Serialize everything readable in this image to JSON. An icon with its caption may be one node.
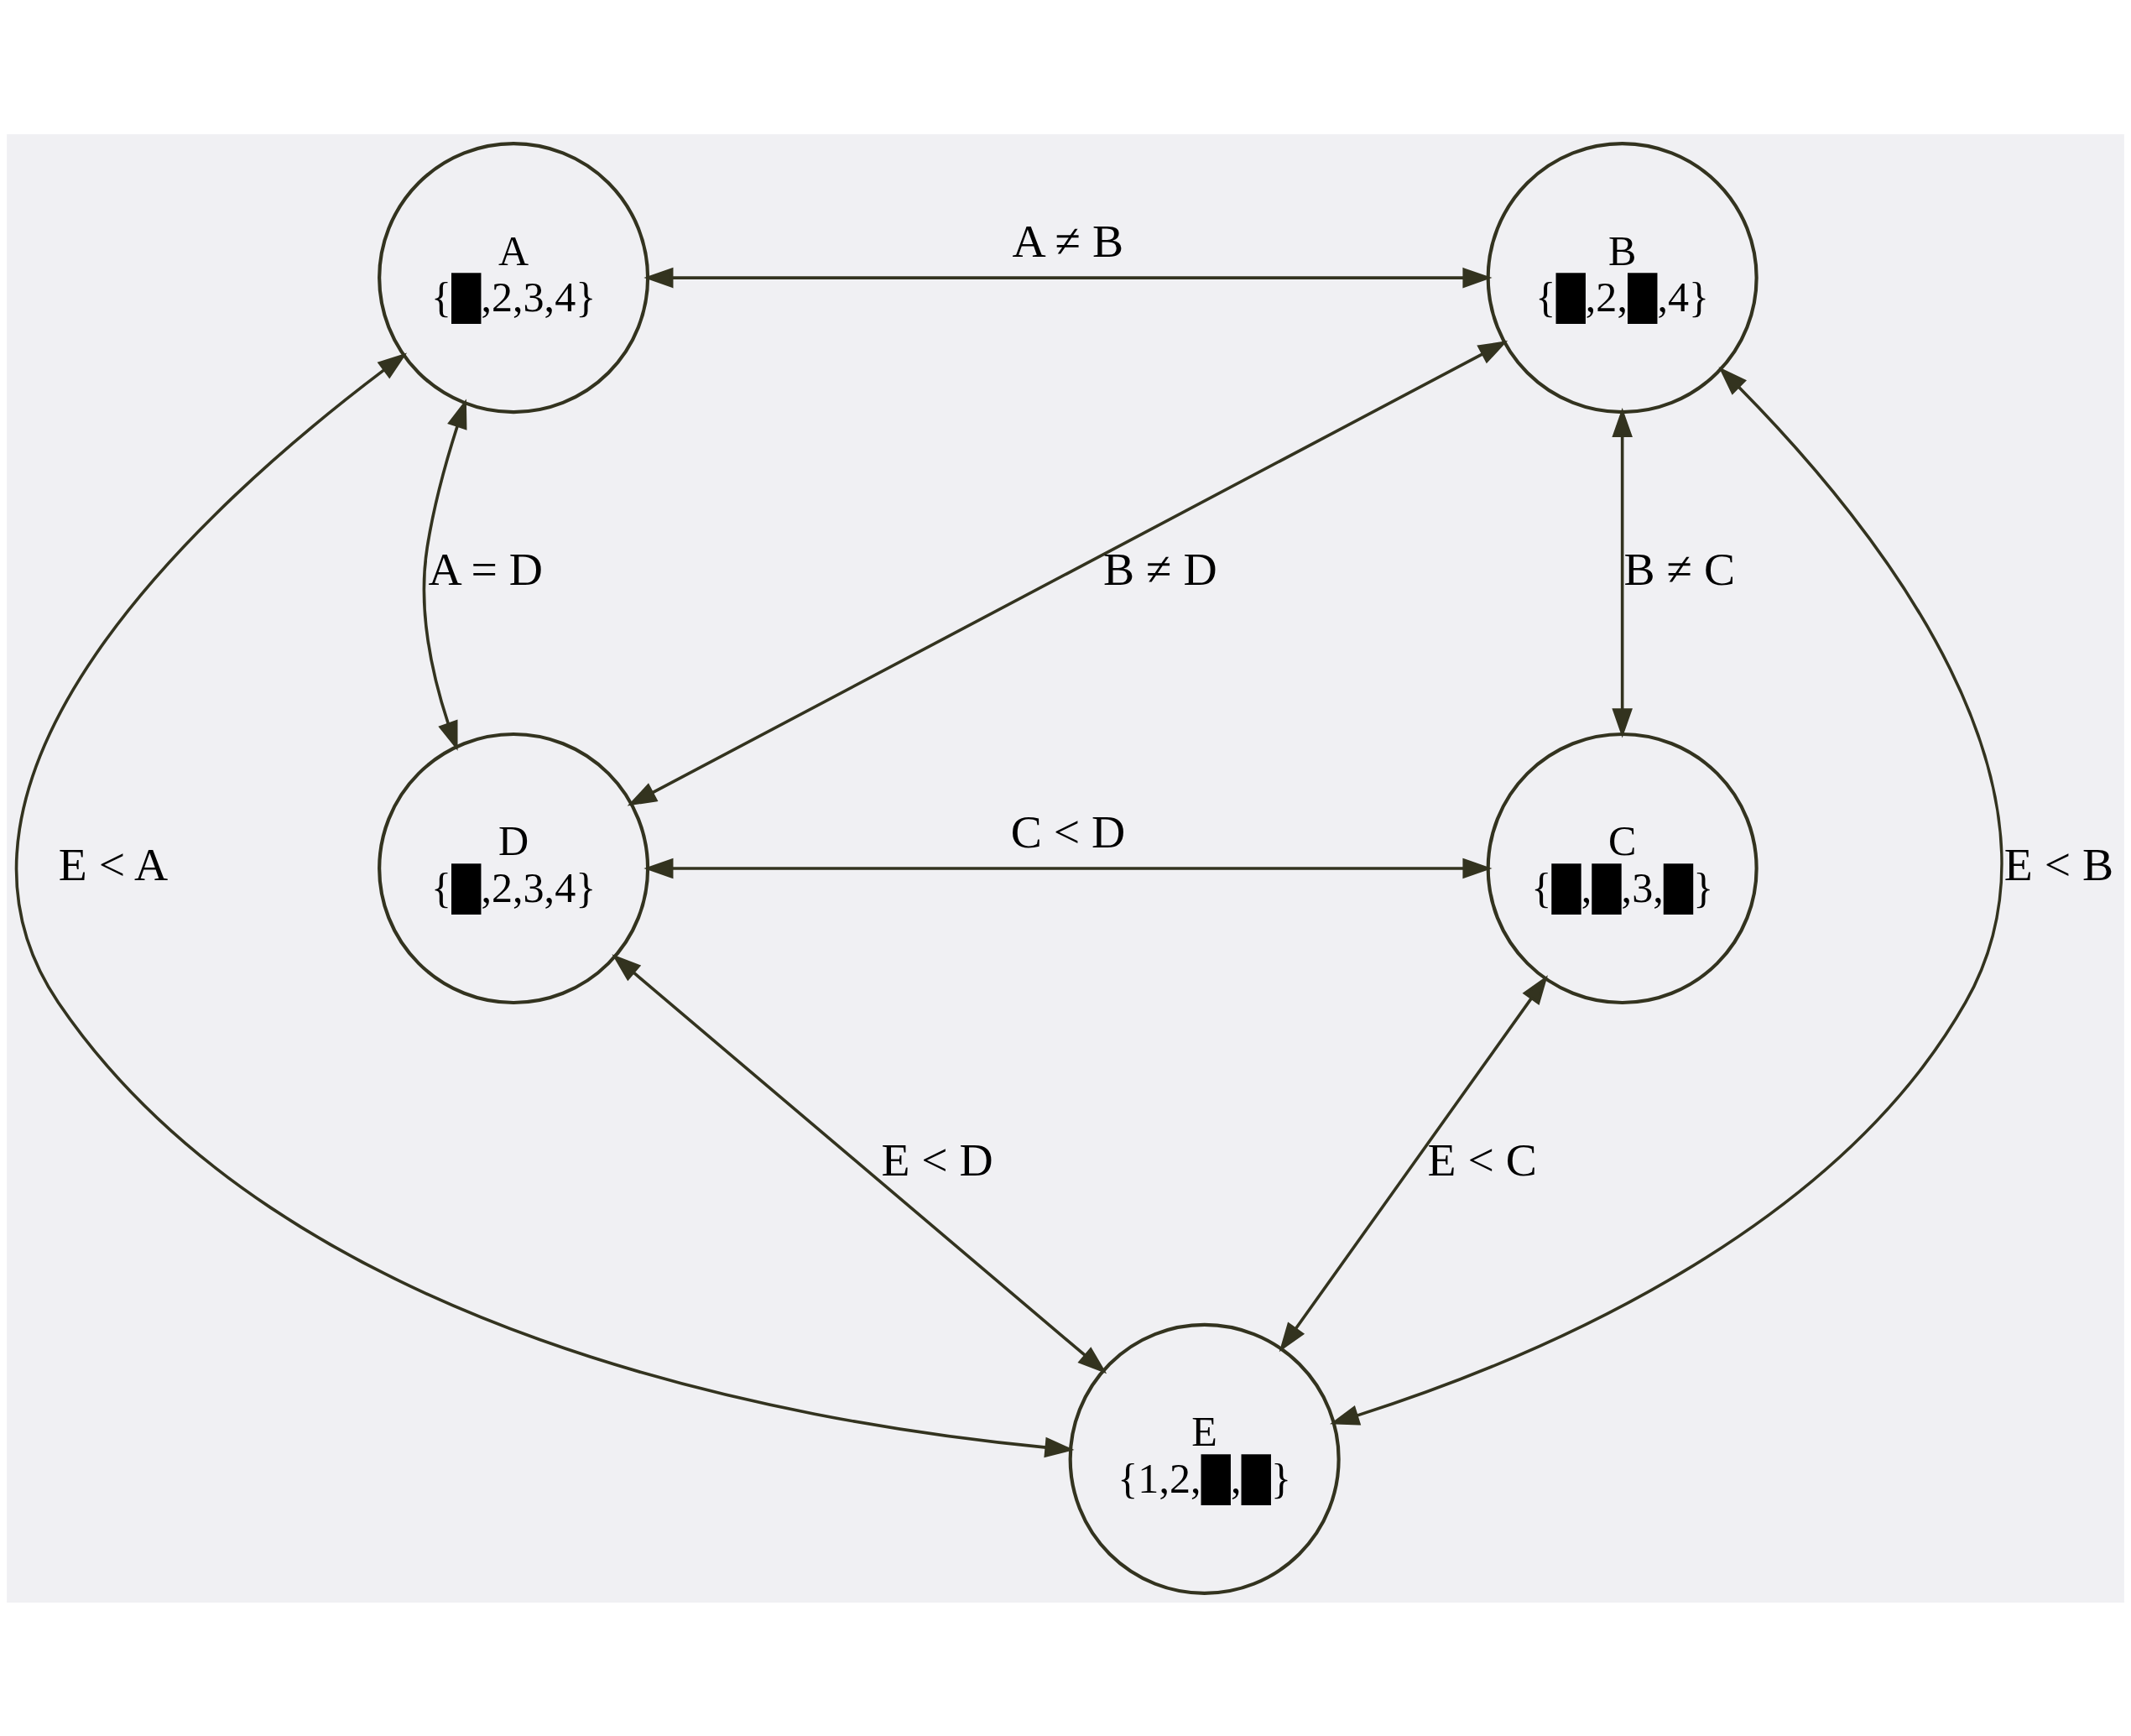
{
  "diagram": {
    "nodes": [
      {
        "text": [
          "A",
          "{█,2,3,4}"
        ]
      },
      {
        "text": [
          "B",
          "{█,2,█,4}"
        ]
      },
      {
        "text": [
          "D",
          "{█,2,3,4}"
        ]
      },
      {
        "text": [
          "C",
          "{█,█,3,█}"
        ]
      },
      {
        "text": [
          "E",
          "{1,2,█,█}"
        ]
      }
    ],
    "edges": [
      {
        "from": 0,
        "to": 1,
        "arrow": "both",
        "label": "A ≠ B"
      },
      {
        "from": 0,
        "to": 2,
        "arrow": "both",
        "label": "A = D"
      },
      {
        "from": 1,
        "to": 2,
        "arrow": "both",
        "label": "B ≠ D"
      },
      {
        "from": 1,
        "to": 3,
        "arrow": "both",
        "label": "B ≠ C"
      },
      {
        "from": 2,
        "to": 3,
        "arrow": "both",
        "label": "C < D"
      },
      {
        "from": 0,
        "to": 4,
        "arrow": "both",
        "label": "E < A"
      },
      {
        "from": 2,
        "to": 4,
        "arrow": "both",
        "label": "E < D"
      },
      {
        "from": 3,
        "to": 4,
        "arrow": "both",
        "label": "E < C"
      },
      {
        "from": 1,
        "to": 4,
        "arrow": "both",
        "label": "E < B"
      }
    ]
  }
}
